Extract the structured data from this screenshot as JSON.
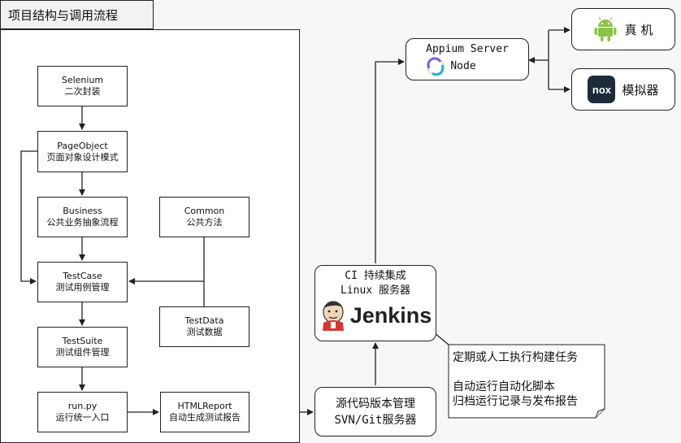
{
  "title": "项目结构与调用流程",
  "boxes": {
    "selenium": {
      "line1": "Selenium",
      "line2": "二次封装"
    },
    "pageobject": {
      "line1": "PageObject",
      "line2": "页面对象设计模式"
    },
    "business": {
      "line1": "Business",
      "line2": "公共业务抽象流程"
    },
    "common": {
      "line1": "Common",
      "line2": "公共方法"
    },
    "testcase": {
      "line1": "TestCase",
      "line2": "测试用例管理"
    },
    "testdata": {
      "line1": "TestData",
      "line2": "测试数据"
    },
    "testsuite": {
      "line1": "TestSuite",
      "line2": "测试组件管理"
    },
    "runpy": {
      "line1": "run.py",
      "line2": "运行统一入口"
    },
    "htmlreport": {
      "line1": "HTMLReport",
      "line2": "自动生成测试报告"
    }
  },
  "vcs": {
    "line1": "源代码版本管理",
    "line2": "SVN/Git服务器"
  },
  "ci": {
    "line1": "CI 持续集成",
    "line2": "Linux 服务器",
    "logo_text": "Jenkins"
  },
  "appium": {
    "line1": "Appium Server",
    "line2": "Node"
  },
  "devices": {
    "real": "真 机",
    "emulator": "模拟器",
    "emulator_logo": "nox"
  },
  "note": {
    "line1": "定期或人工执行构建任务",
    "line2": "自动运行自动化脚本",
    "line3": "归档运行记录与发布报告"
  },
  "colors": {
    "android": "#8bc34a",
    "jenkins_red": "#d33833",
    "line": "#222222"
  },
  "icons": [
    "android-icon",
    "nox-icon",
    "appium-icon",
    "jenkins-icon"
  ]
}
